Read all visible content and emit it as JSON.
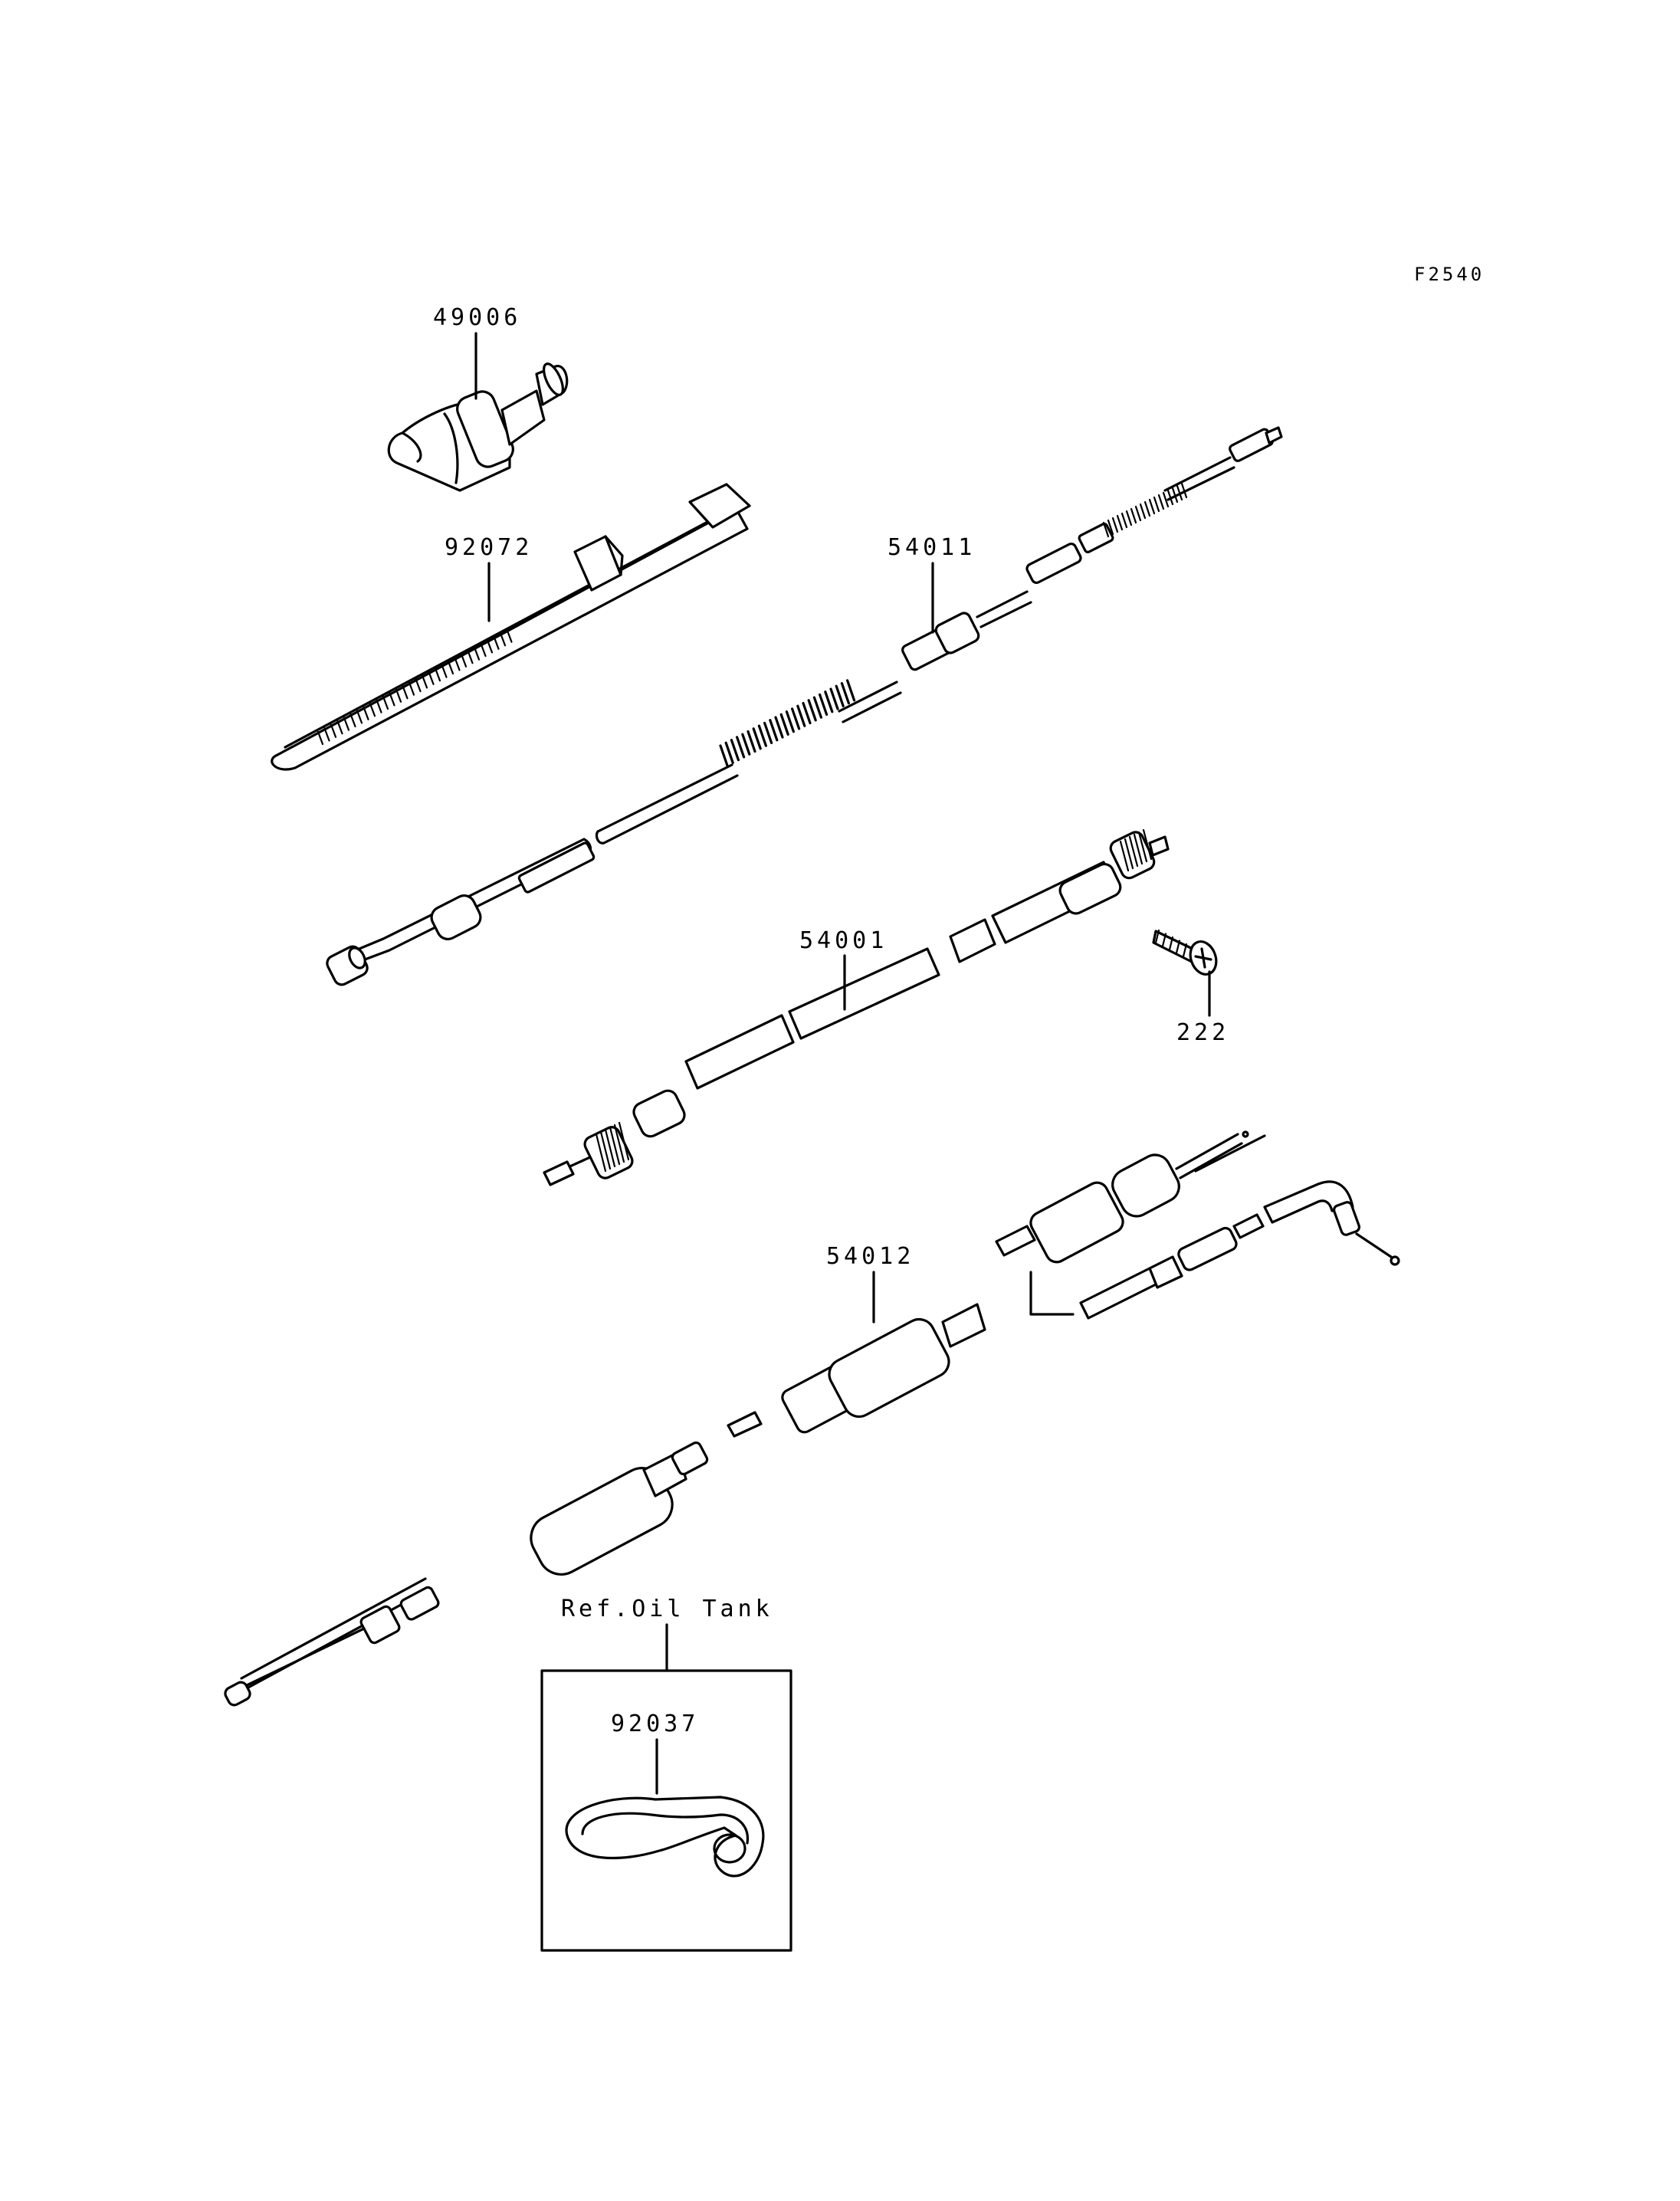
{
  "figure_code": "F2540",
  "reference_box": {
    "caption": "Ref.Oil Tank"
  },
  "parts": [
    {
      "id": "grip",
      "number": "49006"
    },
    {
      "id": "band",
      "number": "92072"
    },
    {
      "id": "clutch-cable",
      "number": "54011"
    },
    {
      "id": "speedometer-cable",
      "number": "54001"
    },
    {
      "id": "screw",
      "number": "222"
    },
    {
      "id": "throttle-cable",
      "number": "54012"
    },
    {
      "id": "clamp",
      "number": "92037"
    }
  ]
}
